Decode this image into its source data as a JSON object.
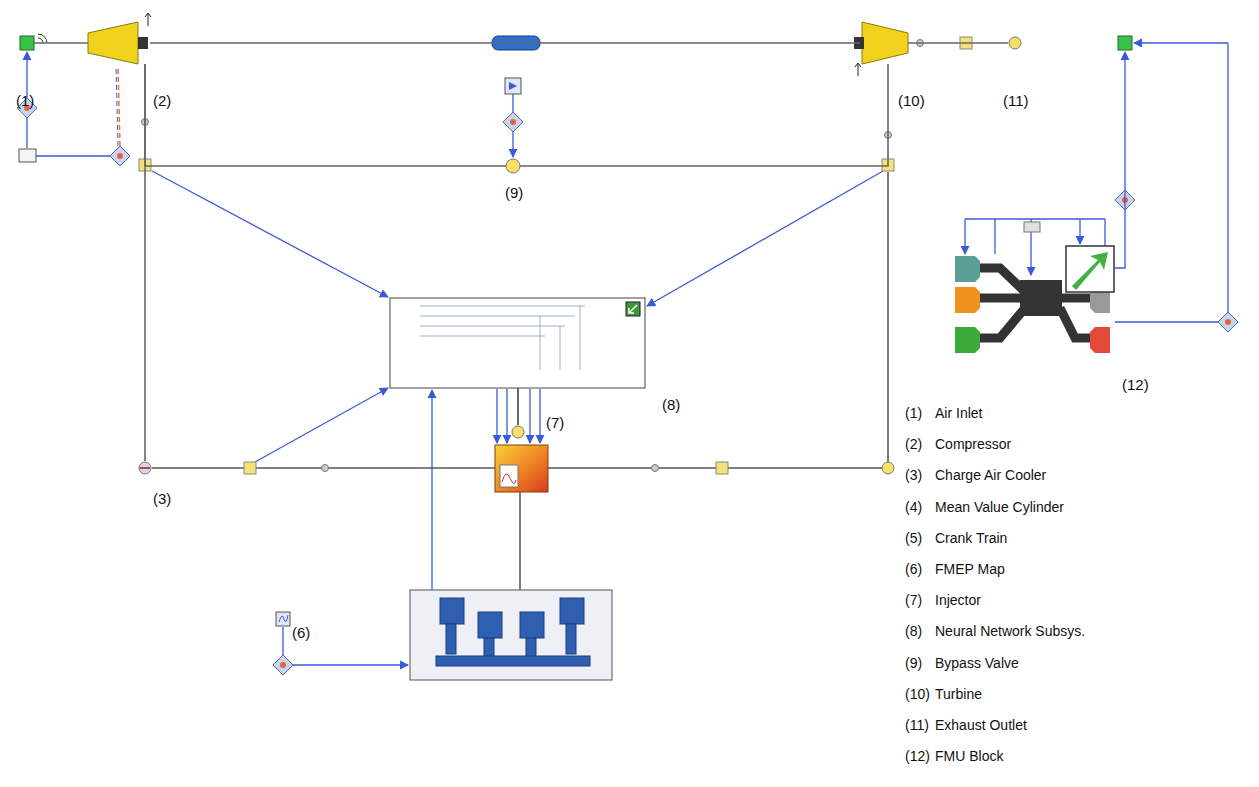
{
  "diagram": {
    "nodes": [
      {
        "text": [
          "(1)"
        ]
      },
      {
        "text": [
          "(2)"
        ]
      },
      {
        "text": [
          "(3)"
        ]
      },
      {
        "text": [
          "(6)"
        ]
      },
      {
        "text": [
          "(7)"
        ]
      },
      {
        "text": [
          "(8)"
        ]
      },
      {
        "text": [
          "(9)"
        ]
      },
      {
        "text": [
          "(10)"
        ]
      },
      {
        "text": [
          "(11)"
        ]
      },
      {
        "text": [
          "(12)"
        ]
      }
    ],
    "edges": [
      {
        "from": 0,
        "to": 1,
        "arrow": "none"
      },
      {
        "from": 1,
        "to": 7,
        "arrow": "none"
      },
      {
        "from": 1,
        "to": 2,
        "arrow": "none"
      },
      {
        "from": 1,
        "to": 6,
        "arrow": "none"
      },
      {
        "from": 6,
        "to": 7,
        "arrow": "none"
      },
      {
        "from": 4,
        "to": 5,
        "arrow": "none"
      },
      {
        "from": 7,
        "to": 8,
        "arrow": "none"
      },
      {
        "from": 9,
        "to": 8,
        "arrow": "to"
      }
    ],
    "labels": [
      "(1)",
      "Air Inlet",
      "(2)",
      "Compressor",
      "(3)",
      "Charge Air Cooler",
      "(4)",
      "Mean Value Cylinder",
      "(5)",
      "Crank Train",
      "(6)",
      "FMEP Map",
      "(7)",
      "Injector",
      "(8)",
      "Neural Network Subsys.",
      "(9)",
      "Bypass Valve",
      "(10)",
      "Turbine",
      "(11)",
      "Exhaust Outlet",
      "(12)",
      "FMU Block"
    ]
  }
}
